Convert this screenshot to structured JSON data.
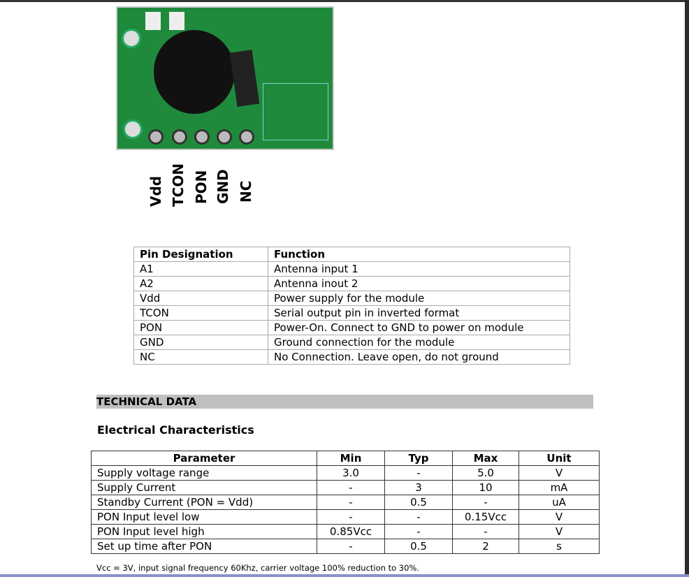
{
  "photo": {
    "pin_labels": [
      "Vdd",
      "TCON",
      "PON",
      "GND",
      "NC"
    ]
  },
  "pin_table": {
    "headers": [
      "Pin Designation",
      "Function"
    ],
    "rows": [
      [
        "A1",
        "Antenna input 1"
      ],
      [
        "A2",
        "Antenna inout 2"
      ],
      [
        "Vdd",
        "Power supply for the module"
      ],
      [
        "TCON",
        "Serial output pin in inverted format"
      ],
      [
        "PON",
        "Power-On. Connect to GND to power on module"
      ],
      [
        "GND",
        "Ground connection for the module"
      ],
      [
        "NC",
        "No Connection. Leave open, do not ground"
      ]
    ]
  },
  "technical_data": "TECHNICAL DATA",
  "electrical_title": "Electrical Characteristics",
  "electrical_table": {
    "headers": [
      "Parameter",
      "Min",
      "Typ",
      "Max",
      "Unit"
    ],
    "rows": [
      [
        "Supply voltage range",
        "3.0",
        "-",
        "5.0",
        "V"
      ],
      [
        "Supply Current",
        "-",
        "3",
        "10",
        "mA"
      ],
      [
        "Standby Current (PON = Vdd)",
        "-",
        "0.5",
        "-",
        "uA"
      ],
      [
        "PON Input level low",
        "-",
        "-",
        "0.15Vcc",
        "V"
      ],
      [
        "PON Input level high",
        "0.85Vcc",
        "-",
        "-",
        "V"
      ],
      [
        "Set up time after PON",
        "-",
        "0.5",
        "2",
        "s"
      ]
    ]
  },
  "footnote": "Vcc = 3V, input signal frequency 60Khz, carrier voltage 100% reduction to 30%."
}
